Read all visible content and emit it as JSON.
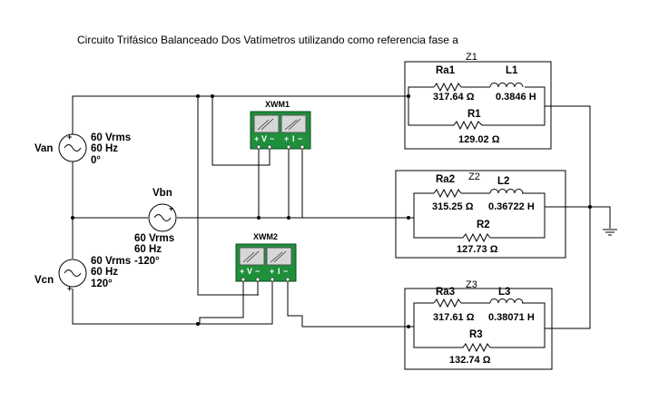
{
  "title": "Circuito Trifásico Balanceado Dos Vatímetros utilizando como referencia fase a",
  "sources": {
    "van": {
      "name": "Van",
      "vrms": "60 Vrms",
      "freq": "60 Hz",
      "phase": "0°"
    },
    "vbn": {
      "name": "Vbn",
      "vrms": "60 Vrms",
      "freq": "60 Hz",
      "phase": "-120°"
    },
    "vcn": {
      "name": "Vcn",
      "vrms": "60 Vrms",
      "freq": "60 Hz",
      "phase": "120°"
    }
  },
  "meters": {
    "xwm1": {
      "name": "XWM1",
      "v_label": "V",
      "i_label": "I"
    },
    "xwm2": {
      "name": "XWM2",
      "v_label": "V",
      "i_label": "I"
    },
    "plus": "+",
    "minus": "−"
  },
  "loads": {
    "z1": {
      "zone": "Z1",
      "ra_name": "Ra1",
      "ra_value": "317.64 Ω",
      "l_name": "L1",
      "l_value": "0.3846 H",
      "r_name": "R1",
      "r_value": "129.02 Ω"
    },
    "z2": {
      "zone": "Z2",
      "ra_name": "Ra2",
      "ra_value": "315.25 Ω",
      "l_name": "L2",
      "l_value": "0.36722 H",
      "r_name": "R2",
      "r_value": "127.73 Ω"
    },
    "z3": {
      "zone": "Z3",
      "ra_name": "Ra3",
      "ra_value": "317.61 Ω",
      "l_name": "L3",
      "l_value": "0.38071 H",
      "r_name": "R3",
      "r_value": "132.74 Ω"
    }
  },
  "colors": {
    "meter_face": "#1f8f3c",
    "meter_screen": "#d6d6d6",
    "wire": "#000000"
  }
}
